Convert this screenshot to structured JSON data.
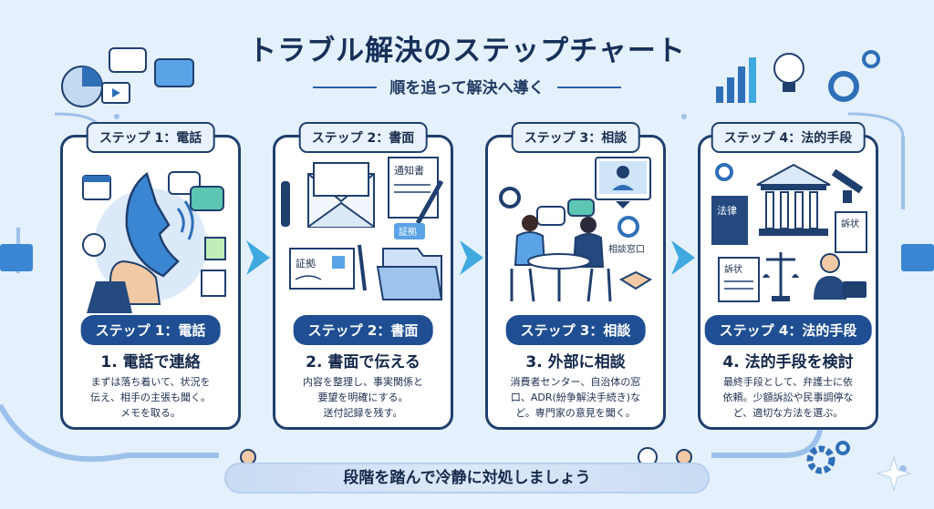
{
  "header": {
    "title": "トラブル解決のステップチャート",
    "subtitle": "順を追って解決へ導く"
  },
  "steps": [
    {
      "tag": "ステップ 1：電話",
      "pill": "ステップ 1：電話",
      "title": "1. 電話で連絡",
      "body": "まずは落ち着いて、状況を\n伝え、相手の主張も聞く。\nメモを取る。",
      "icon": "phone-icon"
    },
    {
      "tag": "ステップ 2：書面",
      "pill": "ステップ 2：書面",
      "title": "2. 書面で伝える",
      "body": "内容を整理し、事実関係と\n要望を明確にする。\n送付記録を残す。",
      "icon": "envelope-icon",
      "labels": {
        "notice": "通知書",
        "evidence1": "証拠",
        "evidence2": "証拠"
      }
    },
    {
      "tag": "ステップ 3：相談",
      "pill": "ステップ 3：相談",
      "title": "3. 外部に相談",
      "body": "消費者センター、自治体の窓\n口、ADR(紛争解決手続き)な\nど。専門家の意見を聞く。",
      "icon": "consultation-icon",
      "labels": {
        "counter": "相談窓口"
      }
    },
    {
      "tag": "ステップ 4：法的手段",
      "pill": "ステップ 4：法的手段",
      "title": "4. 法的手段を検討",
      "body": "最終手段として、弁護士に依\n依頼。少額訴訟や民事調停な\nど、適切な方法を選ぶ。",
      "icon": "courthouse-icon",
      "labels": {
        "law": "法律",
        "complaint1": "訴状",
        "complaint2": "訴状"
      }
    }
  ],
  "footer": {
    "text": "段階を踏んで冷静に対処しましょう"
  },
  "colors": {
    "navy": "#1f3f6e",
    "pill": "#1f4f92",
    "accent": "#3fa9e0",
    "background": "#e4f0fb"
  }
}
